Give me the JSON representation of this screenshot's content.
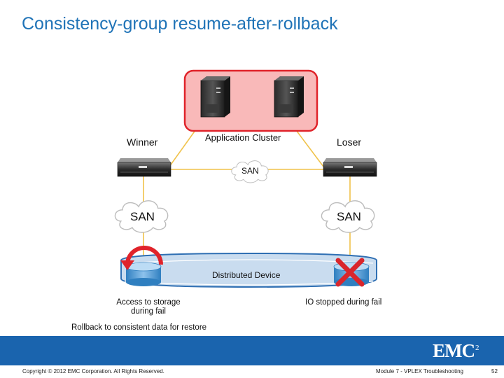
{
  "title": "Consistency-group resume-after-rollback",
  "labels": {
    "winner": "Winner",
    "app_cluster": "Application Cluster",
    "loser": "Loser",
    "san_center": "SAN",
    "san_left": "SAN",
    "san_right": "SAN",
    "distributed_device": "Distributed Device",
    "access_storage": "Access to storage\nduring fail",
    "io_stopped": "IO stopped during fail",
    "rollback": "Rollback to consistent data for restore"
  },
  "footer": {
    "copyright": "Copyright © 2012 EMC Corporation. All Rights Reserved.",
    "module": "Module 7 - VPLEX Troubleshooting",
    "page": "52",
    "logo_text": "EMC",
    "logo_sup": "2"
  },
  "colors": {
    "title": "#1f73b7",
    "cluster_fill": "#f9b9b9",
    "cluster_border": "#e0232a",
    "link": "#f0c24a",
    "device_band": "#c9dcef",
    "device_border": "#2f6fb3",
    "footer_bar": "#1a64ae",
    "rollback_arrow": "#e0232a",
    "x_mark": "#d9262c"
  },
  "icons": {
    "server": "tower-server-icon",
    "director": "vplex-director-icon",
    "cloud": "san-cloud-icon",
    "disk": "storage-disk-icon",
    "rollback": "rollback-arrow-icon",
    "failure": "failure-x-icon"
  }
}
